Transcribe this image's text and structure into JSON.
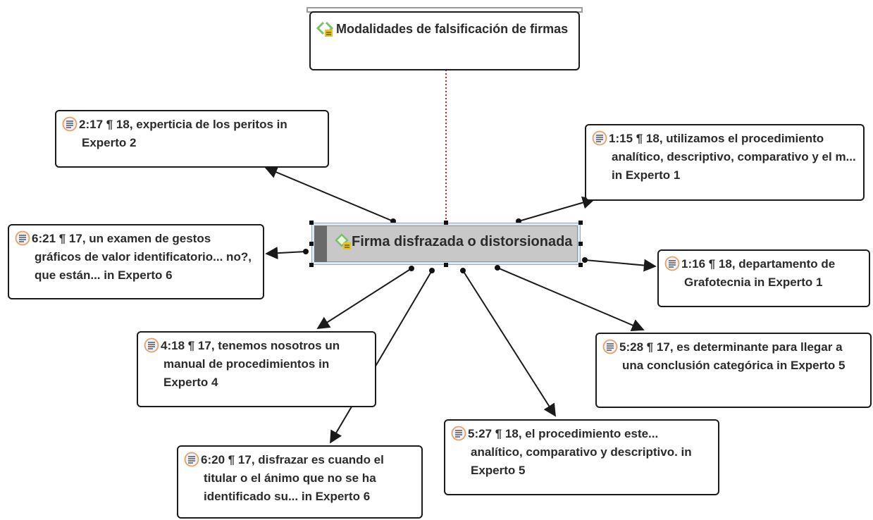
{
  "colors": {
    "link_solid": "#1a1a1a",
    "link_dotted": "#d02020",
    "quote_icon_ring": "#e8a060",
    "quote_icon_fill": "#eef2ff",
    "code_icon_green": "#7bbf6a",
    "code_icon_note": "#e8c020"
  },
  "code_top": {
    "label": "Modalidades de falsificación de firmas",
    "icon": "code-with-memo-icon"
  },
  "code_central": {
    "label": "Firma disfrazada o distorsionada",
    "icon": "code-with-memo-icon"
  },
  "quotations": [
    {
      "id": "q-2-17",
      "text": "2:17 ¶ 18, experticia de los peritos in Experto 2",
      "icon": "quotation-icon"
    },
    {
      "id": "q-1-15",
      "text": "1:15 ¶ 18, utilizamos el procedimiento analítico, descriptivo, comparativo y el m... in Experto 1",
      "icon": "quotation-icon"
    },
    {
      "id": "q-6-21",
      "text": "6:21 ¶ 17, un examen de gestos gráficos de valor identificatorio... no?, que están... in Experto 6",
      "icon": "quotation-icon"
    },
    {
      "id": "q-1-16",
      "text": "1:16 ¶ 18, departamento de Grafotecnia in Experto 1",
      "icon": "quotation-icon"
    },
    {
      "id": "q-4-18",
      "text": "4:18 ¶ 17, tenemos nosotros un manual de procedimientos in Experto 4",
      "icon": "quotation-icon"
    },
    {
      "id": "q-5-28",
      "text": "5:28 ¶ 17, es determinante para llegar a una conclusión categórica in Experto 5",
      "icon": "quotation-icon"
    },
    {
      "id": "q-5-27",
      "text": "5:27 ¶ 18, el procedimiento este... analítico, comparativo y descriptivo. in Experto 5",
      "icon": "quotation-icon"
    },
    {
      "id": "q-6-20",
      "text": "6:20 ¶ 17, disfrazar es cuando el titular o el ánimo que no se ha identificado su... in Experto 6",
      "icon": "quotation-icon"
    }
  ]
}
